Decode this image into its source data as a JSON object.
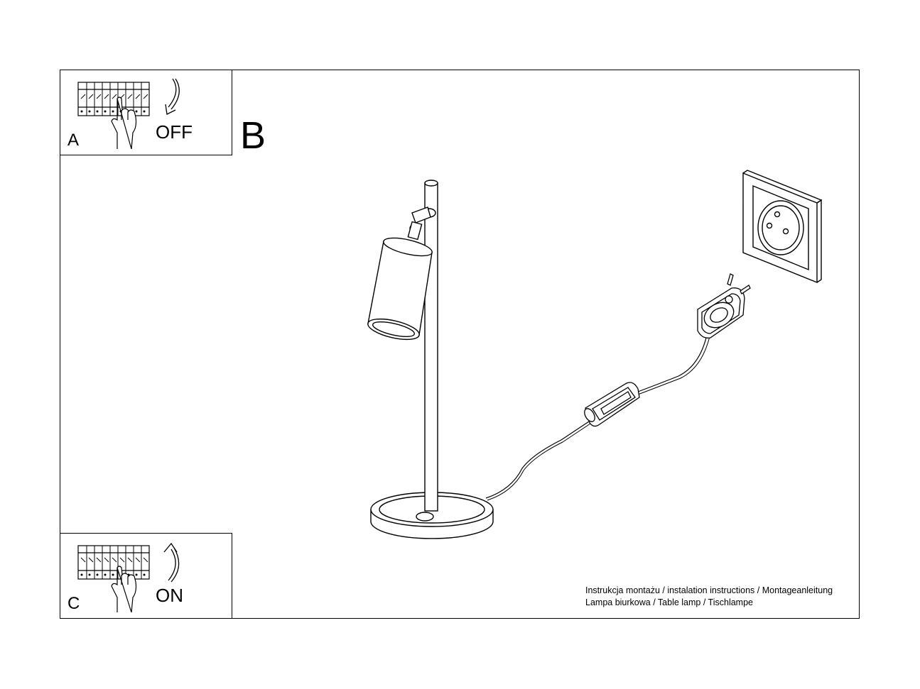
{
  "panels": {
    "a": {
      "letter": "A",
      "state": "OFF"
    },
    "c": {
      "letter": "C",
      "state": "ON"
    }
  },
  "step": {
    "letter": "B"
  },
  "caption": {
    "line1": "Instrukcja montażu / instalation instructions / Montageanleitung",
    "line2": "Lampa biurkowa / Table lamp / Tischlampe"
  },
  "icons": [
    "circuit-breaker-icon",
    "hand-icon",
    "arrow-down-icon",
    "arrow-up-icon",
    "table-lamp-icon",
    "power-plug-icon",
    "wall-socket-icon",
    "cord-switch-icon"
  ]
}
